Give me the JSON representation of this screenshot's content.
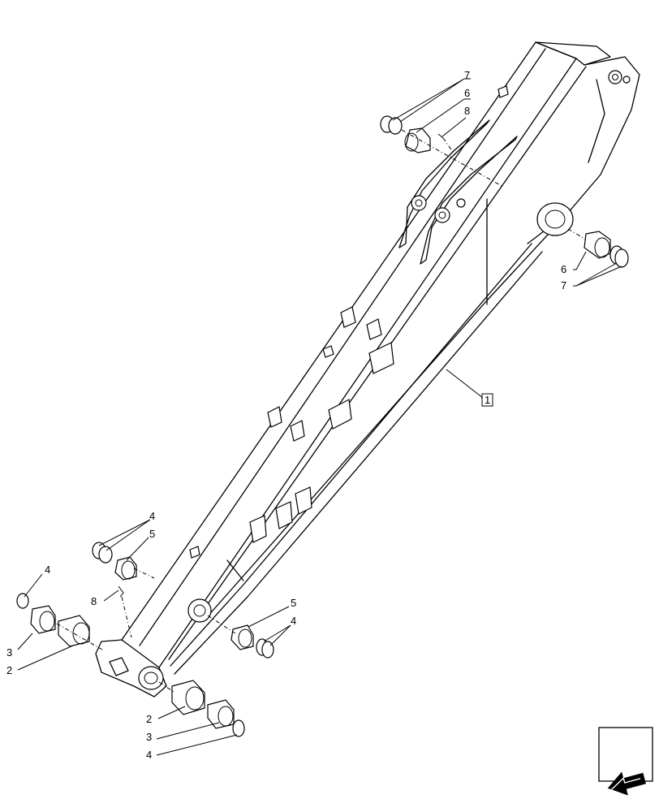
{
  "callouts": {
    "main": "1",
    "bushing_outer": "2",
    "bushing_inner": "3",
    "ring_small": "4",
    "bushing_mid": "5",
    "bushing_top": "6",
    "ring_top": "7",
    "grease": "8"
  },
  "nav_icon": "next-page-arrow-icon"
}
